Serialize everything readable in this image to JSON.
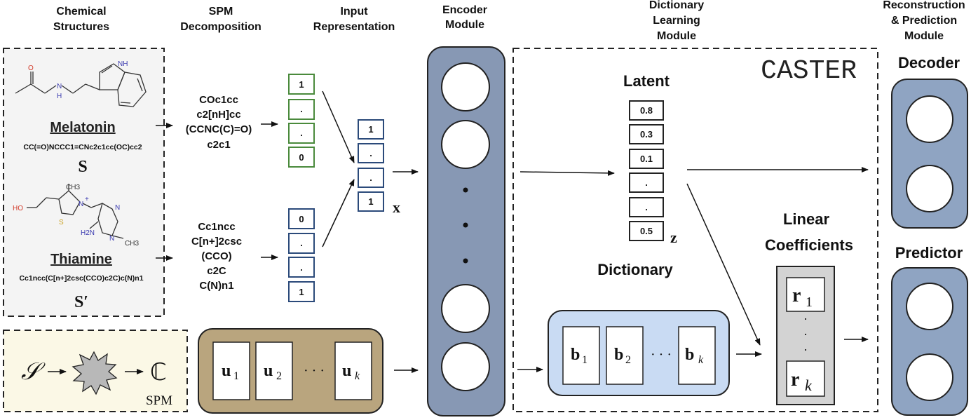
{
  "headers": {
    "chemical_structures": [
      "Chemical",
      "Structures"
    ],
    "spm_decomposition": [
      "SPM",
      "Decomposition"
    ],
    "input_representation": [
      "Input",
      "Representation"
    ],
    "encoder_module": [
      "Encoder",
      "Module"
    ],
    "dictionary_learning": [
      "Dictionary",
      "Learning",
      "Module"
    ],
    "reconstruction_prediction": [
      "Reconstruction",
      "& Prediction",
      "Module"
    ]
  },
  "molecules": {
    "melatonin": {
      "name": "Melatonin",
      "smiles": "CC(=O)NCCC1=CNc2c1cc(OC)cc2",
      "symbol": "S",
      "atoms": [
        "O",
        "H",
        "N",
        "NH"
      ],
      "spm": [
        "COc1cc",
        "c2[nH]cc",
        "(CCNC(C)=O)",
        "c2c1"
      ],
      "vector": [
        "1",
        ".",
        ".",
        "0"
      ]
    },
    "thiamine": {
      "name": "Thiamine",
      "smiles": "Cc1ncc(C[n+]2csc(CCO)c2C)c(N)n1",
      "symbol": "S′",
      "atoms": [
        "CH3",
        "HO",
        "N",
        "+",
        "S",
        "H2N",
        "N",
        "N",
        "CH3"
      ],
      "spm": [
        "Cc1ncc",
        "C[n+]2csc",
        "(CCO)",
        "c2C",
        "C(N)n1"
      ],
      "vector": [
        "0",
        ".",
        ".",
        "1"
      ]
    }
  },
  "x_vector": {
    "values": [
      "1",
      ".",
      ".",
      "1"
    ],
    "label": "x"
  },
  "spm_box": {
    "from": "𝒮",
    "to": "ℂ",
    "label": "SPM"
  },
  "frequent_substructures": [
    "u",
    "u",
    "u"
  ],
  "frequent_subscripts": [
    "1",
    "2",
    "k"
  ],
  "ellipsis": "· · ·",
  "caster_label": "CASTER",
  "latent": {
    "title": "Latent",
    "values": [
      "0.8",
      "0.3",
      "0.1",
      ".",
      ".",
      "0.5"
    ],
    "label": "z"
  },
  "dictionary": {
    "title": "Dictionary",
    "items": [
      "b",
      "b",
      "b"
    ],
    "subscripts": [
      "1",
      "2",
      "k"
    ]
  },
  "linear_coefficients": {
    "title": [
      "Linear",
      "Coefficients"
    ],
    "items": [
      "r",
      "r"
    ],
    "subscripts": [
      "1",
      "k"
    ],
    "dots": [
      "·",
      "·",
      "·"
    ]
  },
  "decoder_title": "Decoder",
  "predictor_title": "Predictor",
  "colors": {
    "green": "#4a8a3c",
    "navy": "#2b4a7a",
    "encoder_fill": "#8798b4",
    "tan_fill": "#b9a57e",
    "cream_fill": "#fbf8e6",
    "dict_fill": "#c9dbf3",
    "coef_fill": "#d3d3d3",
    "gray_panel": "#f4f4f4",
    "decoder_fill": "#8fa4c2"
  }
}
